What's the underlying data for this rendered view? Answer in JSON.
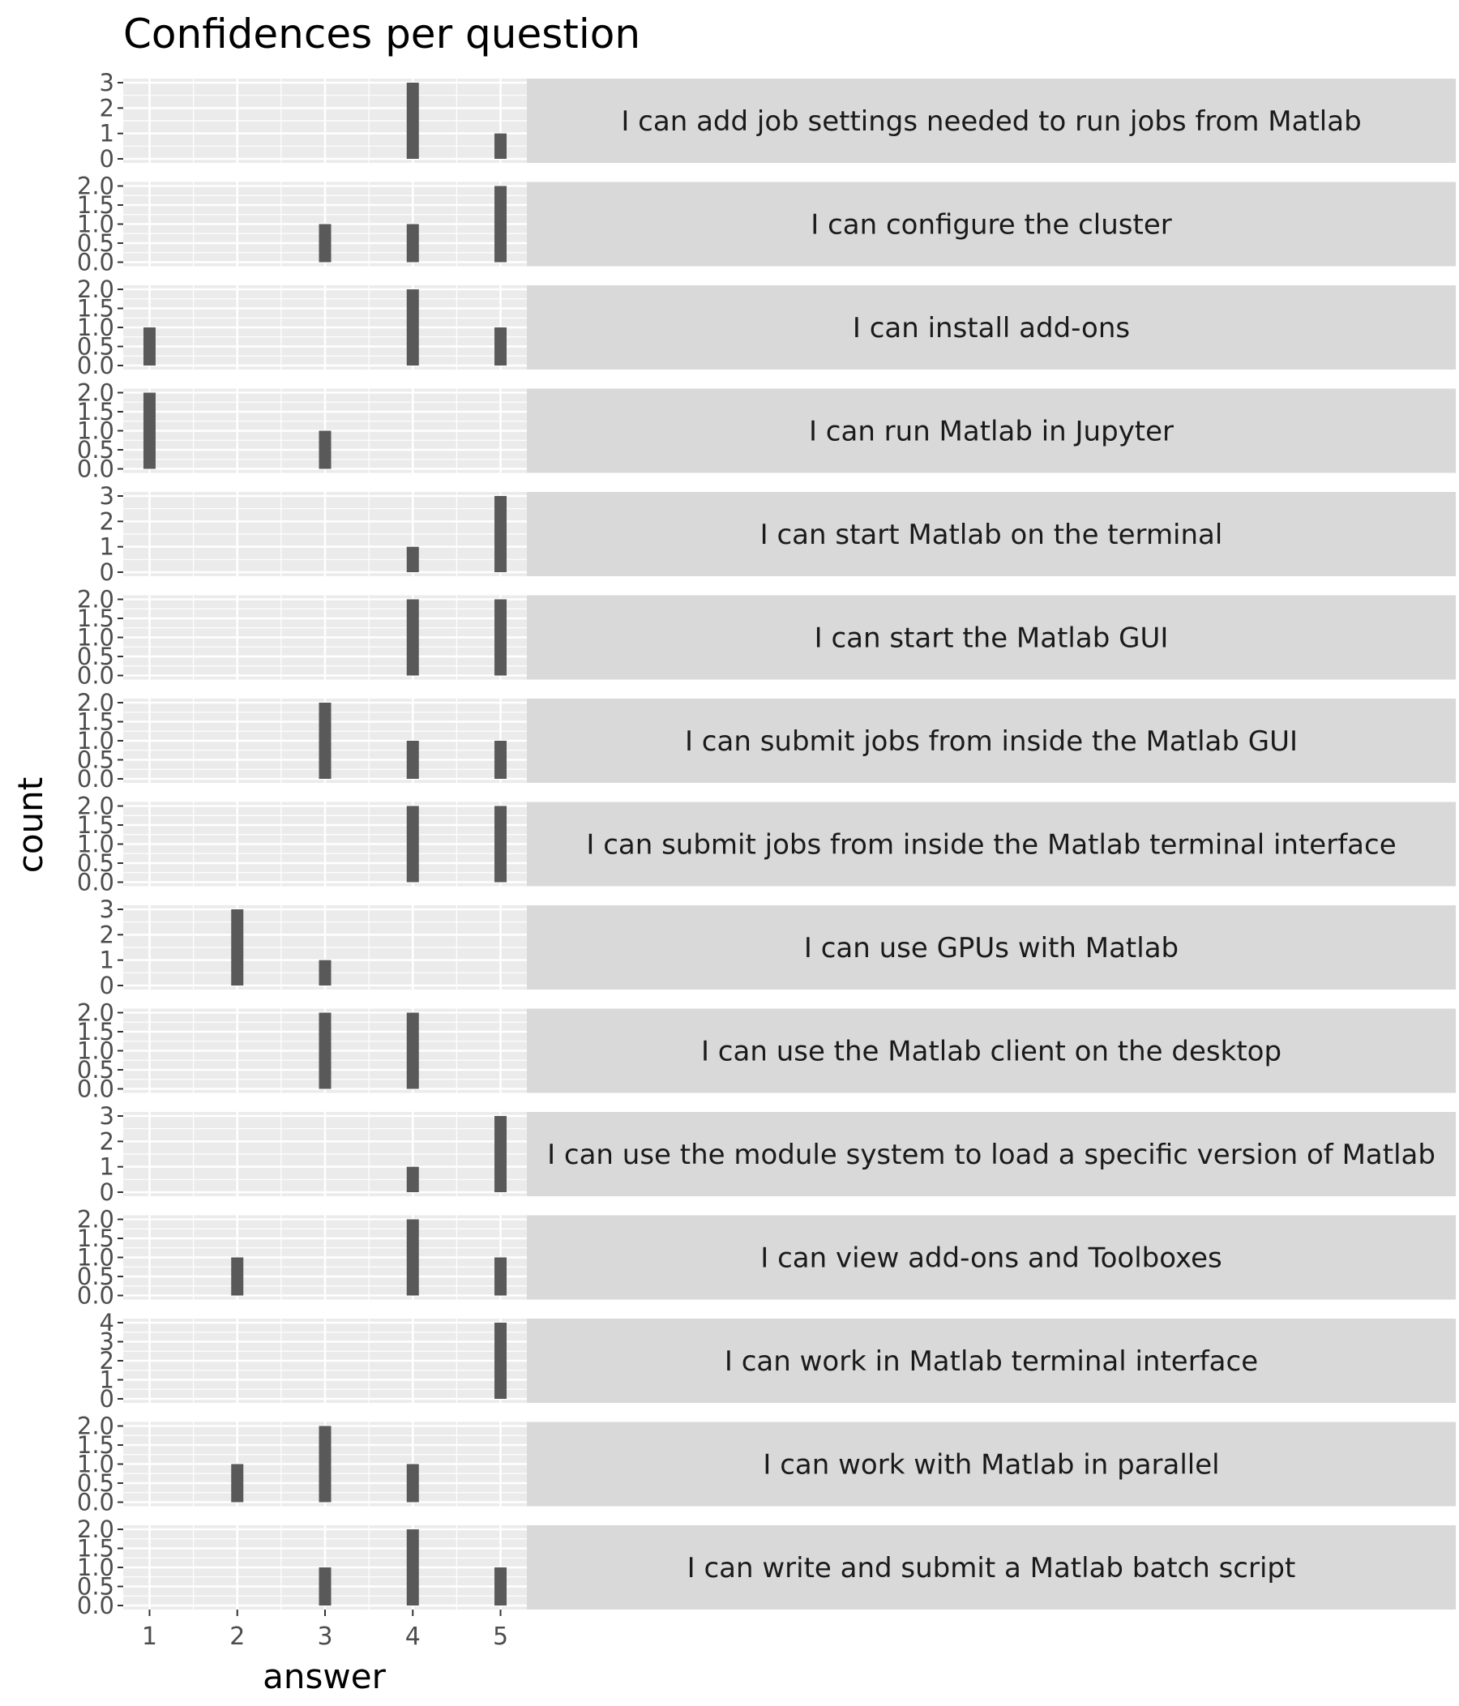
{
  "chart_data": {
    "type": "bar",
    "title": "Confidences per question",
    "xlabel": "answer",
    "ylabel": "count",
    "x_ticks": [
      1,
      2,
      3,
      4,
      5
    ],
    "xlim": [
      0.7,
      5.3
    ],
    "grid": true,
    "facet_strip_position": "right",
    "colors": {
      "bar": "#595959",
      "panel_bg": "#ebebeb",
      "grid": "#ffffff",
      "strip_bg": "#d9d9d9",
      "strip_text": "#1a1a1a",
      "axis_text": "#4d4d4d",
      "title_text": "#000000"
    },
    "panels": [
      {
        "label": "I can add job settings needed to run jobs from Matlab",
        "ylim": [
          0,
          3
        ],
        "y_ticks": [
          "0",
          "1",
          "2",
          "3"
        ],
        "x": [
          4,
          5
        ],
        "values": [
          3,
          1
        ]
      },
      {
        "label": "I can configure the cluster",
        "ylim": [
          0,
          2
        ],
        "y_ticks": [
          "0.0",
          "0.5",
          "1.0",
          "1.5",
          "2.0"
        ],
        "x": [
          3,
          4,
          5
        ],
        "values": [
          1,
          1,
          2
        ]
      },
      {
        "label": "I can install add-ons",
        "ylim": [
          0,
          2
        ],
        "y_ticks": [
          "0.0",
          "0.5",
          "1.0",
          "1.5",
          "2.0"
        ],
        "x": [
          1,
          4,
          5
        ],
        "values": [
          1,
          2,
          1
        ]
      },
      {
        "label": "I can run Matlab in Jupyter",
        "ylim": [
          0,
          2
        ],
        "y_ticks": [
          "0.0",
          "0.5",
          "1.0",
          "1.5",
          "2.0"
        ],
        "x": [
          1,
          3
        ],
        "values": [
          2,
          1
        ]
      },
      {
        "label": "I can start Matlab on the terminal",
        "ylim": [
          0,
          3
        ],
        "y_ticks": [
          "0",
          "1",
          "2",
          "3"
        ],
        "x": [
          4,
          5
        ],
        "values": [
          1,
          3
        ]
      },
      {
        "label": "I can start the Matlab GUI",
        "ylim": [
          0,
          2
        ],
        "y_ticks": [
          "0.0",
          "0.5",
          "1.0",
          "1.5",
          "2.0"
        ],
        "x": [
          4,
          5
        ],
        "values": [
          2,
          2
        ]
      },
      {
        "label": "I can submit jobs from inside the Matlab GUI",
        "ylim": [
          0,
          2
        ],
        "y_ticks": [
          "0.0",
          "0.5",
          "1.0",
          "1.5",
          "2.0"
        ],
        "x": [
          3,
          4,
          5
        ],
        "values": [
          2,
          1,
          1
        ]
      },
      {
        "label": "I can submit jobs from inside the Matlab terminal interface",
        "ylim": [
          0,
          2
        ],
        "y_ticks": [
          "0.0",
          "0.5",
          "1.0",
          "1.5",
          "2.0"
        ],
        "x": [
          4,
          5
        ],
        "values": [
          2,
          2
        ]
      },
      {
        "label": "I can use GPUs with Matlab",
        "ylim": [
          0,
          3
        ],
        "y_ticks": [
          "0",
          "1",
          "2",
          "3"
        ],
        "x": [
          2,
          3
        ],
        "values": [
          3,
          1
        ]
      },
      {
        "label": "I can use the Matlab client on the desktop",
        "ylim": [
          0,
          2
        ],
        "y_ticks": [
          "0.0",
          "0.5",
          "1.0",
          "1.5",
          "2.0"
        ],
        "x": [
          3,
          4
        ],
        "values": [
          2,
          2
        ]
      },
      {
        "label": "I can use the module system to load a specific version of Matlab",
        "ylim": [
          0,
          3
        ],
        "y_ticks": [
          "0",
          "1",
          "2",
          "3"
        ],
        "x": [
          4,
          5
        ],
        "values": [
          1,
          3
        ]
      },
      {
        "label": "I can view add-ons and Toolboxes",
        "ylim": [
          0,
          2
        ],
        "y_ticks": [
          "0.0",
          "0.5",
          "1.0",
          "1.5",
          "2.0"
        ],
        "x": [
          2,
          4,
          5
        ],
        "values": [
          1,
          2,
          1
        ]
      },
      {
        "label": "I can work in Matlab terminal interface",
        "ylim": [
          0,
          4
        ],
        "y_ticks": [
          "0",
          "1",
          "2",
          "3",
          "4"
        ],
        "x": [
          5
        ],
        "values": [
          4
        ]
      },
      {
        "label": "I can work with Matlab in parallel",
        "ylim": [
          0,
          2
        ],
        "y_ticks": [
          "0.0",
          "0.5",
          "1.0",
          "1.5",
          "2.0"
        ],
        "x": [
          2,
          3,
          4
        ],
        "values": [
          1,
          2,
          1
        ]
      },
      {
        "label": "I can write and submit a Matlab batch script",
        "ylim": [
          0,
          2
        ],
        "y_ticks": [
          "0.0",
          "0.5",
          "1.0",
          "1.5",
          "2.0"
        ],
        "x": [
          3,
          4,
          5
        ],
        "values": [
          1,
          2,
          1
        ]
      }
    ]
  }
}
